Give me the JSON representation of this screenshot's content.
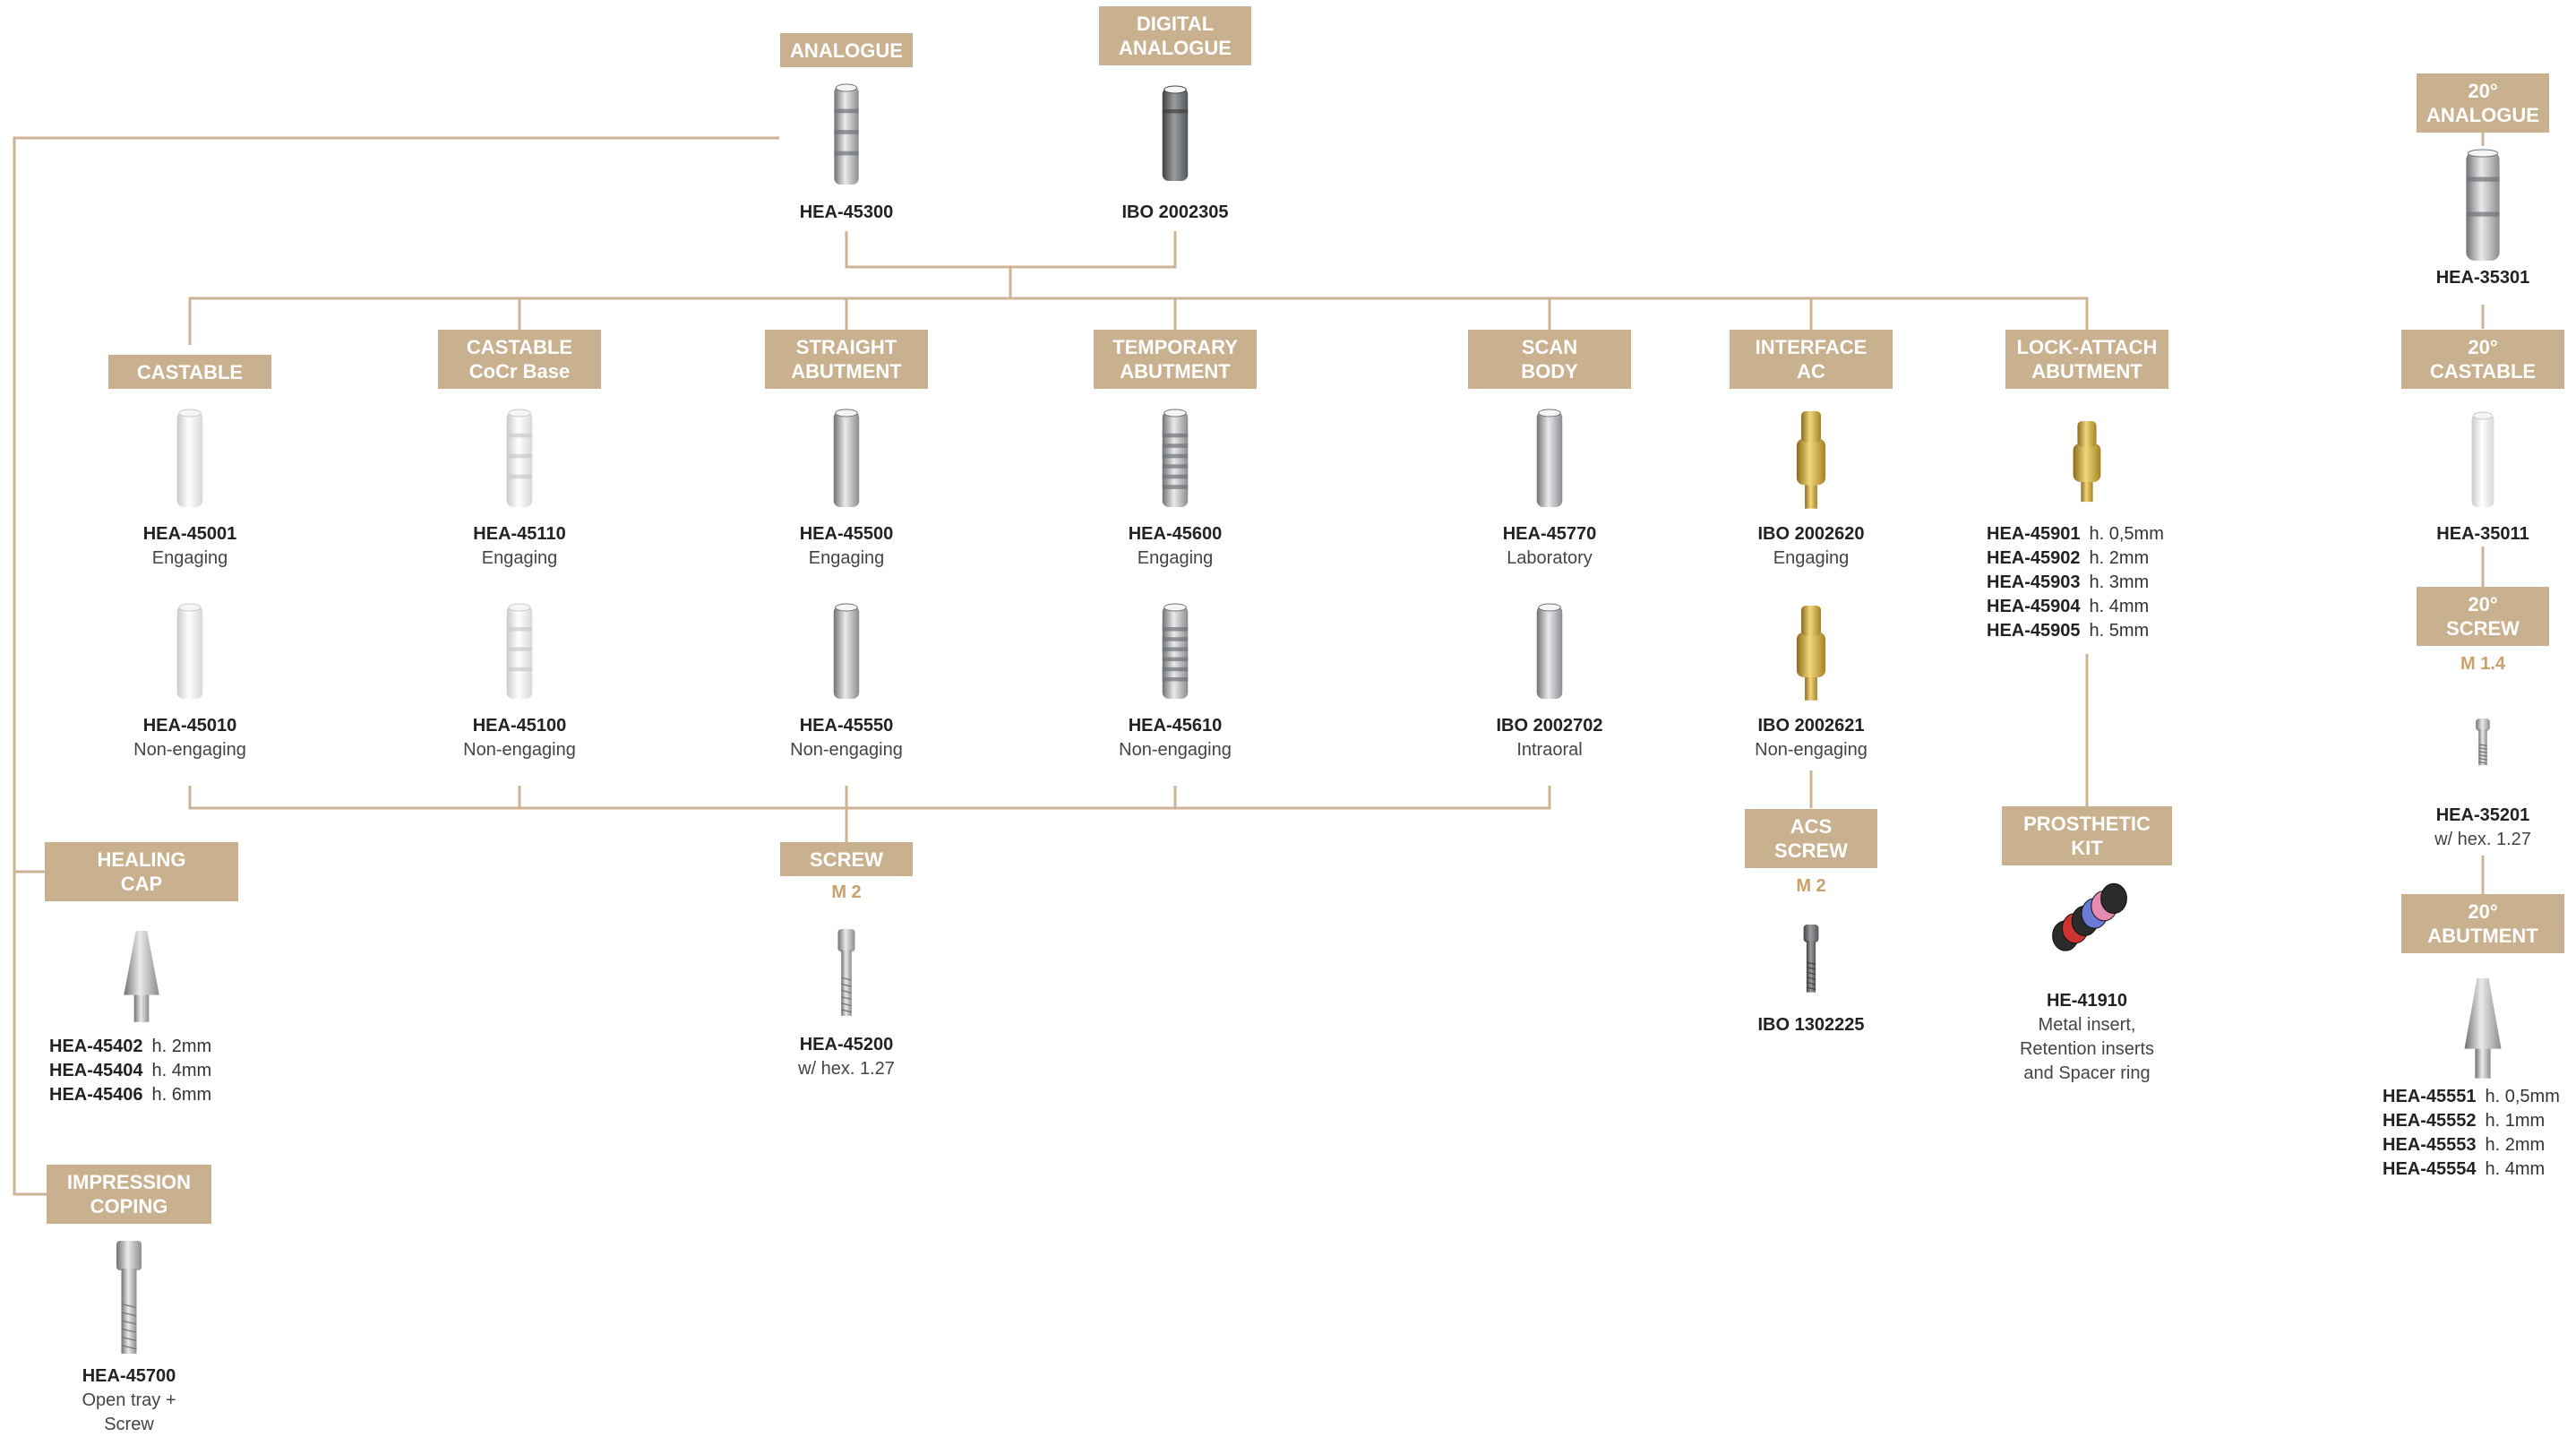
{
  "colors": {
    "label_bg": "#c9b08f",
    "connector": "#cdb393",
    "size_text": "#c9a16a"
  },
  "top": {
    "analogue": {
      "label": [
        "ANALOGUE"
      ],
      "code": "HEA-45300",
      "icon": "analogue-icon"
    },
    "digital_analogue": {
      "label": [
        "DIGITAL",
        "ANALOGUE"
      ],
      "code": "IBO 2002305",
      "icon": "digital-analogue-icon"
    }
  },
  "columns": [
    {
      "label": [
        "CASTABLE"
      ],
      "items": [
        {
          "code": "HEA-45001",
          "desc": "Engaging",
          "icon": "castable-abutment-icon"
        },
        {
          "code": "HEA-45010",
          "desc": "Non-engaging",
          "icon": "castable-abutment-icon"
        }
      ]
    },
    {
      "label": [
        "CASTABLE",
        "CoCr Base"
      ],
      "items": [
        {
          "code": "HEA-45110",
          "desc": "Engaging",
          "icon": "castable-cocr-icon"
        },
        {
          "code": "HEA-45100",
          "desc": "Non-engaging",
          "icon": "castable-cocr-icon"
        }
      ]
    },
    {
      "label": [
        "STRAIGHT",
        "ABUTMENT"
      ],
      "items": [
        {
          "code": "HEA-45500",
          "desc": "Engaging",
          "icon": "straight-abutment-icon"
        },
        {
          "code": "HEA-45550",
          "desc": "Non-engaging",
          "icon": "straight-abutment-icon"
        }
      ]
    },
    {
      "label": [
        "TEMPORARY",
        "ABUTMENT"
      ],
      "items": [
        {
          "code": "HEA-45600",
          "desc": "Engaging",
          "icon": "temporary-abutment-icon"
        },
        {
          "code": "HEA-45610",
          "desc": "Non-engaging",
          "icon": "temporary-abutment-icon"
        }
      ]
    },
    {
      "label": [
        "SCAN",
        "BODY"
      ],
      "items": [
        {
          "code": "HEA-45770",
          "desc": "Laboratory",
          "icon": "scan-body-icon"
        },
        {
          "code": "IBO 2002702",
          "desc": "Intraoral",
          "icon": "scan-body-icon"
        }
      ]
    },
    {
      "label": [
        "INTERFACE",
        "AC"
      ],
      "items": [
        {
          "code": "IBO 2002620",
          "desc": "Engaging",
          "icon": "interface-gold-icon"
        },
        {
          "code": "IBO 2002621",
          "desc": "Non-engaging",
          "icon": "interface-gold-icon"
        }
      ]
    },
    {
      "label": [
        "LOCK-ATTACH",
        "ABUTMENT"
      ],
      "icon": "lock-attach-icon",
      "variants": [
        {
          "code": "HEA-45901",
          "h": "h. 0,5mm"
        },
        {
          "code": "HEA-45902",
          "h": "h. 2mm"
        },
        {
          "code": "HEA-45903",
          "h": "h. 3mm"
        },
        {
          "code": "HEA-45904",
          "h": "h. 4mm"
        },
        {
          "code": "HEA-45905",
          "h": "h. 5mm"
        }
      ]
    }
  ],
  "screw": {
    "label": [
      "SCREW"
    ],
    "size": "M 2",
    "code": "HEA-45200",
    "desc": "w/ hex. 1.27",
    "icon": "screw-icon"
  },
  "acs_screw": {
    "label": [
      "ACS",
      "SCREW"
    ],
    "size": "M 2",
    "code": "IBO 1302225",
    "icon": "acs-screw-icon"
  },
  "prosthetic_kit": {
    "label": [
      "PROSTHETIC",
      "KIT"
    ],
    "code": "HE-41910",
    "desc": [
      "Metal insert,",
      "Retention inserts",
      "and Spacer ring"
    ],
    "icon": "prosthetic-kit-icon"
  },
  "healing_cap": {
    "label": [
      "HEALING",
      "CAP"
    ],
    "icon": "healing-cap-icon",
    "variants": [
      {
        "code": "HEA-45402",
        "h": "h. 2mm"
      },
      {
        "code": "HEA-45404",
        "h": "h. 4mm"
      },
      {
        "code": "HEA-45406",
        "h": "h. 6mm"
      }
    ]
  },
  "impression_coping": {
    "label": [
      "IMPRESSION",
      "COPING"
    ],
    "code": "HEA-45700",
    "desc": [
      "Open tray +",
      "Screw"
    ],
    "icon": "impression-coping-icon"
  },
  "angled": {
    "analogue": {
      "label": [
        "20°",
        "ANALOGUE"
      ],
      "code": "HEA-35301",
      "icon": "angled-analogue-icon"
    },
    "castable": {
      "label": [
        "20°",
        "CASTABLE"
      ],
      "code": "HEA-35011",
      "icon": "angled-castable-icon"
    },
    "screw": {
      "label": [
        "20°",
        "SCREW"
      ],
      "size": "M 1.4",
      "code": "HEA-35201",
      "desc": "w/ hex. 1.27",
      "icon": "angled-screw-icon"
    },
    "abutment": {
      "label": [
        "20°",
        "ABUTMENT"
      ],
      "icon": "angled-abutment-icon",
      "variants": [
        {
          "code": "HEA-45551",
          "h": "h. 0,5mm"
        },
        {
          "code": "HEA-45552",
          "h": "h. 1mm"
        },
        {
          "code": "HEA-45553",
          "h": "h. 2mm"
        },
        {
          "code": "HEA-45554",
          "h": "h. 4mm"
        }
      ]
    }
  }
}
